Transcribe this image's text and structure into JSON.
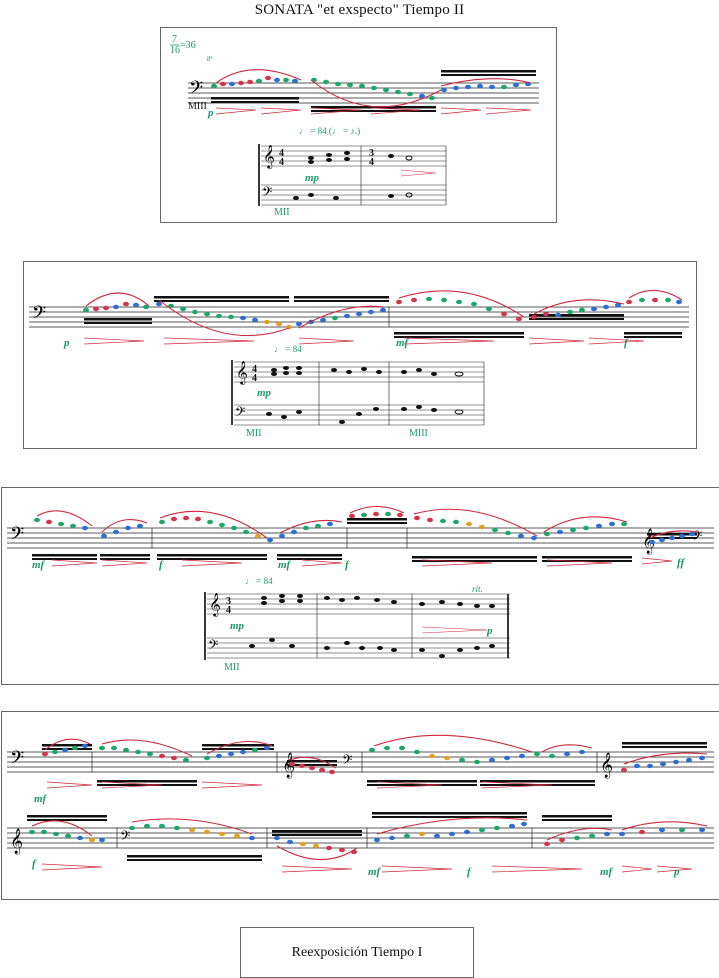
{
  "title": "SONATA \"et exspecto\" Tiempo II",
  "colors": {
    "red": "#d8324a",
    "green": "#1aa868",
    "blue": "#2a6fd6",
    "orange": "#e6a020",
    "slur": "#d0283c",
    "dyn": "#1a9a6a"
  },
  "sys1": {
    "meter_top": "7",
    "meter_bottom": "16",
    "meter_tempo": "=36",
    "meter_extra": "8ª",
    "label": "MIII",
    "dyn": "p",
    "tempo": "♩ = 84  (♩ = ♪.)",
    "piano_label": "MII",
    "piano_dyn": "mp",
    "piano_time_top_1": "4",
    "piano_time_bot_1": "4",
    "piano_time_top_2": "3",
    "piano_time_bot_2": "4"
  },
  "sys2": {
    "dyn1": "p",
    "dyn2": "mf",
    "dyn3": "f",
    "tempo": "♩ = 84",
    "piano_dyn": "mp",
    "piano_label_1": "MII",
    "piano_label_2": "MIII",
    "time_top": "4",
    "time_bot": "4"
  },
  "sys3": {
    "dyn1": "mf",
    "dyn2": "f",
    "dyn3": "mf",
    "dyn4": "f",
    "dyn5": "ff",
    "tempo": "♩ = 84",
    "piano_dyn": "mp",
    "piano_dyn2": "p",
    "rit": "rit.",
    "piano_label": "MII",
    "time_top": "3",
    "time_bot": "4"
  },
  "sys4": {
    "dyn1": "mf",
    "dyn2": "f",
    "dyn3": "mf",
    "dyn4": "f",
    "dyn5": "mf",
    "dyn6": "p"
  },
  "footer": "Reexposición Tiempo I"
}
